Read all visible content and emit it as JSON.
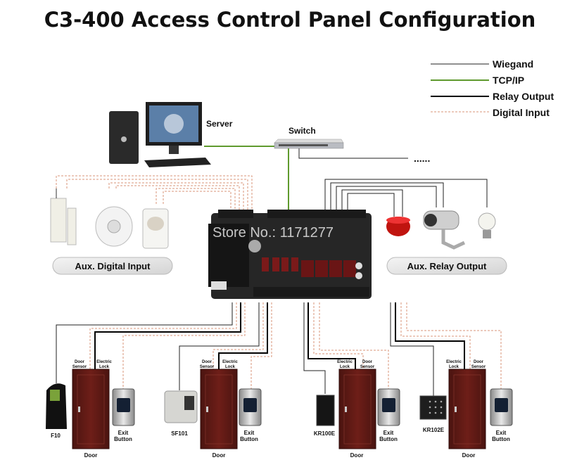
{
  "title": "C3-400 Access Control Panel Configuration",
  "legend": [
    {
      "label": "Wiegand",
      "color": "#222222",
      "style": "thin-solid"
    },
    {
      "label": "TCP/IP",
      "color": "#5f9a2e",
      "style": "solid"
    },
    {
      "label": "Relay Output",
      "color": "#000000",
      "style": "thick-solid"
    },
    {
      "label": "Digital Input",
      "color": "#d9967a",
      "style": "dotted"
    }
  ],
  "server": {
    "label": "Server"
  },
  "switch": {
    "label": "Switch"
  },
  "more": "......",
  "panel": {
    "watermark": "Store No.: 1171277"
  },
  "aux_input": {
    "label": "Aux. Digital Input"
  },
  "aux_output": {
    "label": "Aux. Relay Output"
  },
  "doors": [
    {
      "reader": "F10",
      "door": "Door",
      "sensor": "Door Sensor",
      "lock": "Electric Lock",
      "exit": "Exit Button"
    },
    {
      "reader": "SF101",
      "door": "Door",
      "sensor": "Door Sensor",
      "lock": "Electric Lock",
      "exit": "Exit Button"
    },
    {
      "reader": "KR100E",
      "door": "Door",
      "sensor": "Door Sensor",
      "lock": "Electric Lock",
      "exit": "Exit Button"
    },
    {
      "reader": "KR102E",
      "door": "Door",
      "sensor": "Door Sensor",
      "lock": "Electric Lock",
      "exit": "Exit Button"
    }
  ]
}
